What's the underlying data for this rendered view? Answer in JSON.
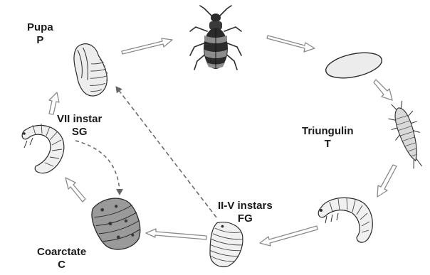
{
  "figure": {
    "title": "",
    "colors": {
      "arrow_fill": "#ffffff",
      "arrow_stroke": "#8a8a8a",
      "dashed_arrow": "#666666",
      "ink": "#2a2a2a",
      "egg_fill": "#ececec",
      "beetle_body": "#2b2b2b",
      "beetle_band": "#8c8c8c"
    }
  },
  "stages": {
    "adult": {
      "icon": "blister-beetle-icon"
    },
    "egg": {
      "icon": "egg-mass-icon"
    },
    "triungulin": {
      "name": "Triungulin",
      "code": "T",
      "icon": "triungulin-larva-icon"
    },
    "instars_2_5": {
      "name": "II-V instars",
      "code": "FG",
      "icon": "grub-larva-icon"
    },
    "coarctate": {
      "name": "Coarctate",
      "code": "C",
      "icon": "coarctate-larva-icon"
    },
    "instar_7": {
      "name": "VII instar",
      "code": "SG",
      "icon": "second-grub-larva-icon"
    },
    "pupa": {
      "name": "Pupa",
      "code": "P",
      "icon": "pupa-icon"
    }
  },
  "transitions": [
    {
      "from": "pupa",
      "to": "adult",
      "style": "hollow"
    },
    {
      "from": "adult",
      "to": "egg",
      "style": "hollow"
    },
    {
      "from": "egg",
      "to": "triungulin",
      "style": "hollow"
    },
    {
      "from": "triungulin",
      "to": "instars_2_5",
      "style": "hollow"
    },
    {
      "from": "instars_2_5",
      "to": "instars_2_5",
      "style": "hollow"
    },
    {
      "from": "instars_2_5",
      "to": "coarctate",
      "style": "hollow"
    },
    {
      "from": "coarctate",
      "to": "instar_7",
      "style": "hollow"
    },
    {
      "from": "instar_7",
      "to": "pupa",
      "style": "hollow"
    },
    {
      "from": "instar_7",
      "to": "coarctate",
      "style": "dashed"
    },
    {
      "from": "instars_2_5",
      "to": "pupa",
      "style": "dashed"
    }
  ]
}
